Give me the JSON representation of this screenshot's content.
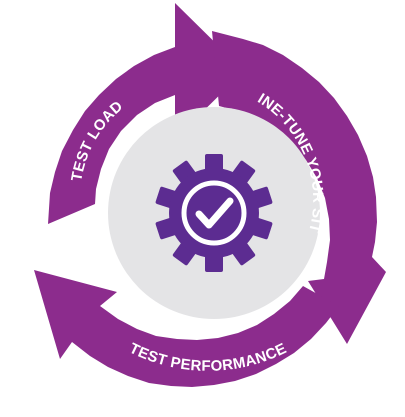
{
  "diagram": {
    "type": "cycle",
    "steps": [
      {
        "label": "TEST LOAD"
      },
      {
        "label": "FINE-TUNE YOUR SITE"
      },
      {
        "label": "TEST PERFORMANCE"
      }
    ],
    "center_icon": "gear-check-icon"
  },
  "colors": {
    "arrow": "#8c2c8d",
    "center_disc": "#e4e4e6",
    "gear": "#5c2c91",
    "check": "#ffffff",
    "label_text": "#ffffff"
  }
}
